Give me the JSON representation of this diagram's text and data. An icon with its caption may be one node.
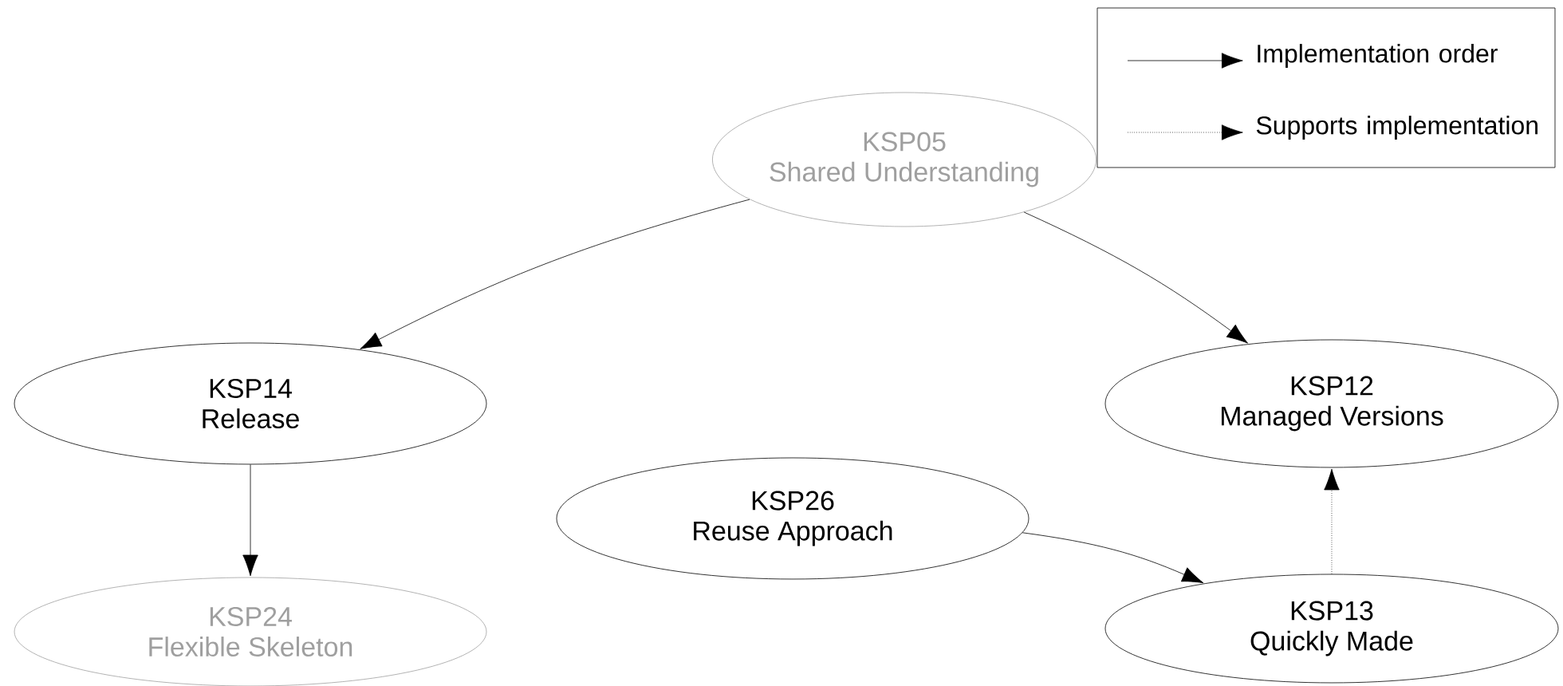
{
  "diagram": {
    "nodes": [
      {
        "text": [
          "KSP05",
          "Shared Understanding"
        ]
      },
      {
        "text": [
          "KSP14",
          "Release"
        ]
      },
      {
        "text": [
          "KSP12",
          "Managed Versions"
        ]
      },
      {
        "text": [
          "KSP26",
          "Reuse Approach"
        ]
      },
      {
        "text": [
          "KSP24",
          "Flexible Skeleton"
        ]
      },
      {
        "text": [
          "KSP13",
          "Quickly Made"
        ]
      }
    ],
    "edges": [
      {
        "from": 0,
        "to": 1,
        "arrow": "to"
      },
      {
        "from": 0,
        "to": 2,
        "arrow": "to"
      },
      {
        "from": 1,
        "to": 4,
        "arrow": "to"
      },
      {
        "from": 3,
        "to": 5,
        "arrow": "to"
      },
      {
        "from": 5,
        "to": 2,
        "arrow": "to",
        "style": "dashed"
      }
    ],
    "legend": [
      {
        "text": "Implementation order"
      },
      {
        "text": "Supports implementation"
      }
    ]
  }
}
